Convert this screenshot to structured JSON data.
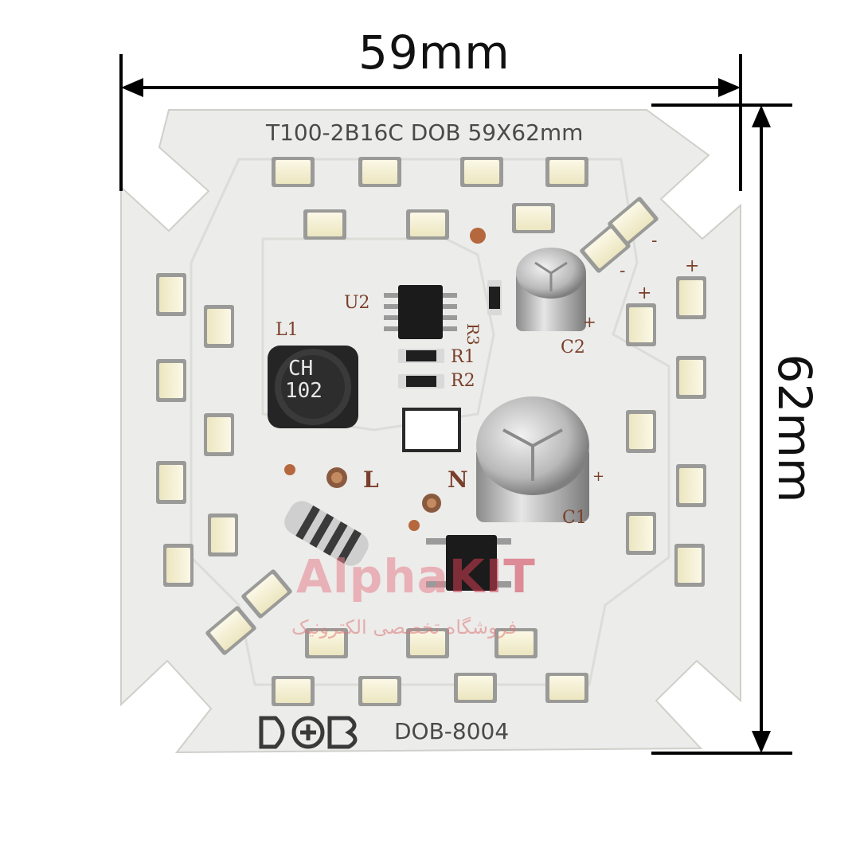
{
  "dimensions": {
    "width_label": "59mm",
    "height_label": "62mm"
  },
  "board": {
    "model_text": "T100-2B16C DOB 59X62mm",
    "brand_logo": "DOB",
    "part_number": "DOB-8004"
  },
  "component_labels": {
    "u2": "U2",
    "l1": "L1",
    "r1": "R1",
    "r2": "R2",
    "r3": "R3",
    "c1": "C1",
    "c2": "C2",
    "live": "L",
    "neutral": "N",
    "plus": "+",
    "minus": "-",
    "inductor_marking_1": "CH",
    "inductor_marking_2": "102"
  },
  "watermark": {
    "brand_part1": "Alpha",
    "brand_part2": "KIT",
    "tagline": "فروشگاه تخصصی الکترونیک"
  },
  "colors": {
    "pcb": "#ececea",
    "led": "#f6f2d8",
    "copper_pad": "#b5673e",
    "watermark": "#d2384f"
  }
}
